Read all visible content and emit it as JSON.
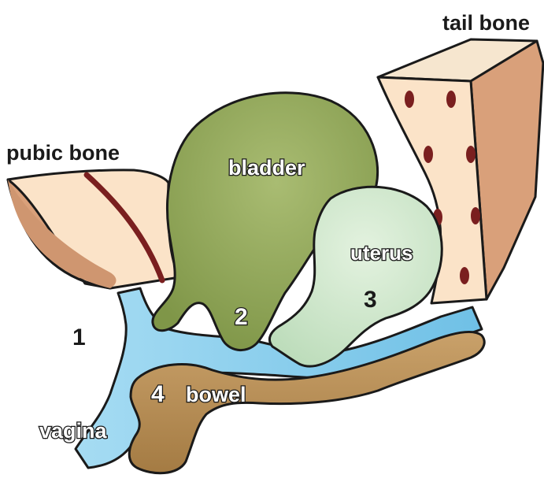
{
  "labels": {
    "tail_bone": "tail bone",
    "pubic_bone": "pubic bone",
    "bladder": "bladder",
    "uterus": "uterus",
    "bowel": "bowel",
    "vagina": "vagina",
    "n1": "1",
    "n2": "2",
    "n3": "3",
    "n4": "4"
  },
  "colors": {
    "bone_front": "#fbe3c8",
    "bone_side": "#d9a07a",
    "bone_stripe": "#7a1f1f",
    "bladder": "#8ea35a",
    "uterus": "#cfe6cc",
    "bowel": "#b88f54",
    "vagina": "#8fd0ec"
  }
}
